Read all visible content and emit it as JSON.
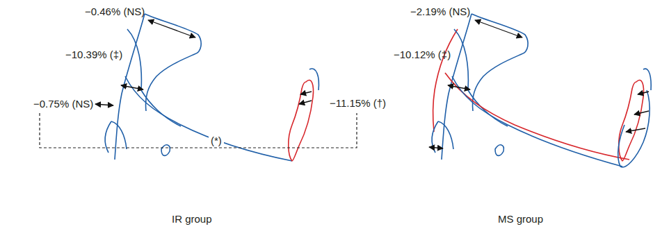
{
  "diagram": {
    "labels": [
      "−0.46% (NS)",
      "−10.39% (‡)",
      "−0.75% (NS)",
      "−11.15% (†)",
      "(*)",
      "IR group",
      "−2.19% (NS)",
      "−10.12% (‡)",
      "MS group"
    ]
  }
}
